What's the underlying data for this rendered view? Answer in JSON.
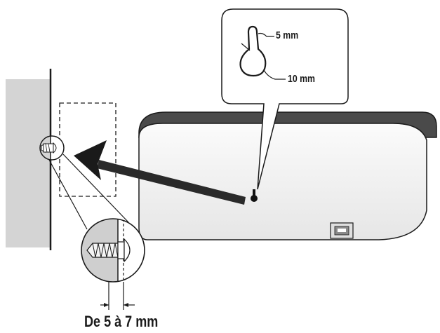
{
  "labels": {
    "hole_width": "5 mm",
    "hole_height": "10 mm",
    "screw_protrusion": "De 5 à 7 mm"
  },
  "icons": {
    "keyhole": "keyhole-slot-icon",
    "screw": "screw-icon",
    "speaker": "speaker-unit",
    "arrow": "direction-arrow"
  },
  "colors": {
    "wall": "#d4d4d4",
    "speaker_top": "#4a4a4a",
    "speaker_body": "#f3f3f3",
    "outline": "#1a1a1a"
  }
}
